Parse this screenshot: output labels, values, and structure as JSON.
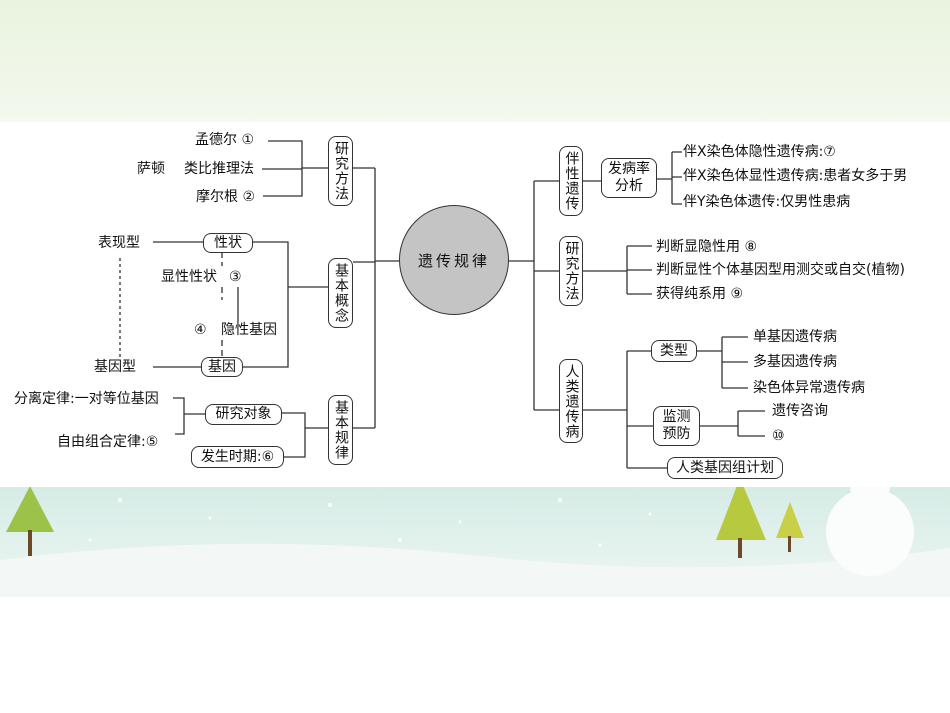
{
  "center": "遗传规律",
  "left": {
    "research_methods": {
      "label": "研究方法",
      "items": [
        "孟德尔 ①",
        "类比推理法",
        "摩尔根 ②"
      ],
      "side_label": "萨顿"
    },
    "basic_concepts": {
      "label": "基本概念",
      "trait": "性状",
      "phenotype": "表现型",
      "dominant_trait": "显性性状",
      "recessive_gene": "隐性基因",
      "marker_3": "③",
      "marker_4": "④",
      "gene": "基因",
      "genotype": "基因型"
    },
    "basic_laws": {
      "label": "基本规律",
      "research_object": "研究对象",
      "occurrence_period": "发生时期:⑥",
      "segregation_law": "分离定律:一对等位基因",
      "independent_assortment": "自由组合定律:⑤"
    }
  },
  "right": {
    "sex_linked": {
      "label": "伴性遗传",
      "incidence": "发病率分析",
      "items": [
        "伴X染色体隐性遗传病:⑦",
        "伴X染色体显性遗传病:患者女多于男",
        "伴Y染色体遗传:仅男性患病"
      ]
    },
    "research_methods": {
      "label": "研究方法",
      "items": [
        "判断显隐性用 ⑧",
        "判断显性个体基因型用测交或自交(植物)",
        "获得纯系用 ⑨"
      ]
    },
    "human_genetic_disease": {
      "label": "人类遗传病",
      "types": "类型",
      "type_items": [
        "单基因遗传病",
        "多基因遗传病",
        "染色体异常遗传病"
      ],
      "monitoring": "监测预防",
      "monitoring_items": [
        "遗传咨询",
        "⑩"
      ],
      "genome_project": "人类基因组计划"
    }
  }
}
